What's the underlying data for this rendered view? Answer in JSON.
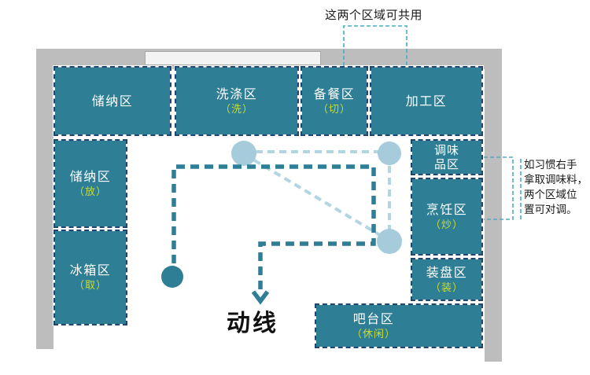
{
  "diagram_title": "kitchen-work-zones-floorplan",
  "zones": [
    {
      "key": "storage-top",
      "label": "储纳区",
      "sublabel": ""
    },
    {
      "key": "washing",
      "label": "洗涤区",
      "sublabel": "（洗）"
    },
    {
      "key": "prep",
      "label": "备餐区",
      "sublabel": "（切）"
    },
    {
      "key": "processing",
      "label": "加工区",
      "sublabel": ""
    },
    {
      "key": "storage-left",
      "label": "储纳区",
      "sublabel": "（放）"
    },
    {
      "key": "fridge",
      "label": "冰箱区",
      "sublabel": "（取）"
    },
    {
      "key": "seasoning",
      "label": "调味品区",
      "sublabel": ""
    },
    {
      "key": "cooking",
      "label": "烹饪区",
      "sublabel": "（炒）"
    },
    {
      "key": "plating",
      "label": "装盘区",
      "sublabel": "（装）"
    },
    {
      "key": "bar",
      "label": "吧台区",
      "sublabel": "（休闲）"
    }
  ],
  "annotations": {
    "top_note": "这两个区域可共用",
    "right_note": "如习惯右手\n拿取调味料，\n两个区域位\n置可对调。",
    "flow_label": "动线"
  },
  "colors": {
    "zone_fill": "#2E7E95",
    "zone_border_dash": "#1F4670",
    "zone_label": "#FFFFFF",
    "zone_sublabel": "#C8DC30",
    "wall": "#BDBDBD",
    "flow_path": "#2E7E95",
    "shared_path": "#B3D5E1",
    "shared_node": "#A6CCDB",
    "bracket": "#4BACC6",
    "note_text": "#1A1A1A"
  }
}
